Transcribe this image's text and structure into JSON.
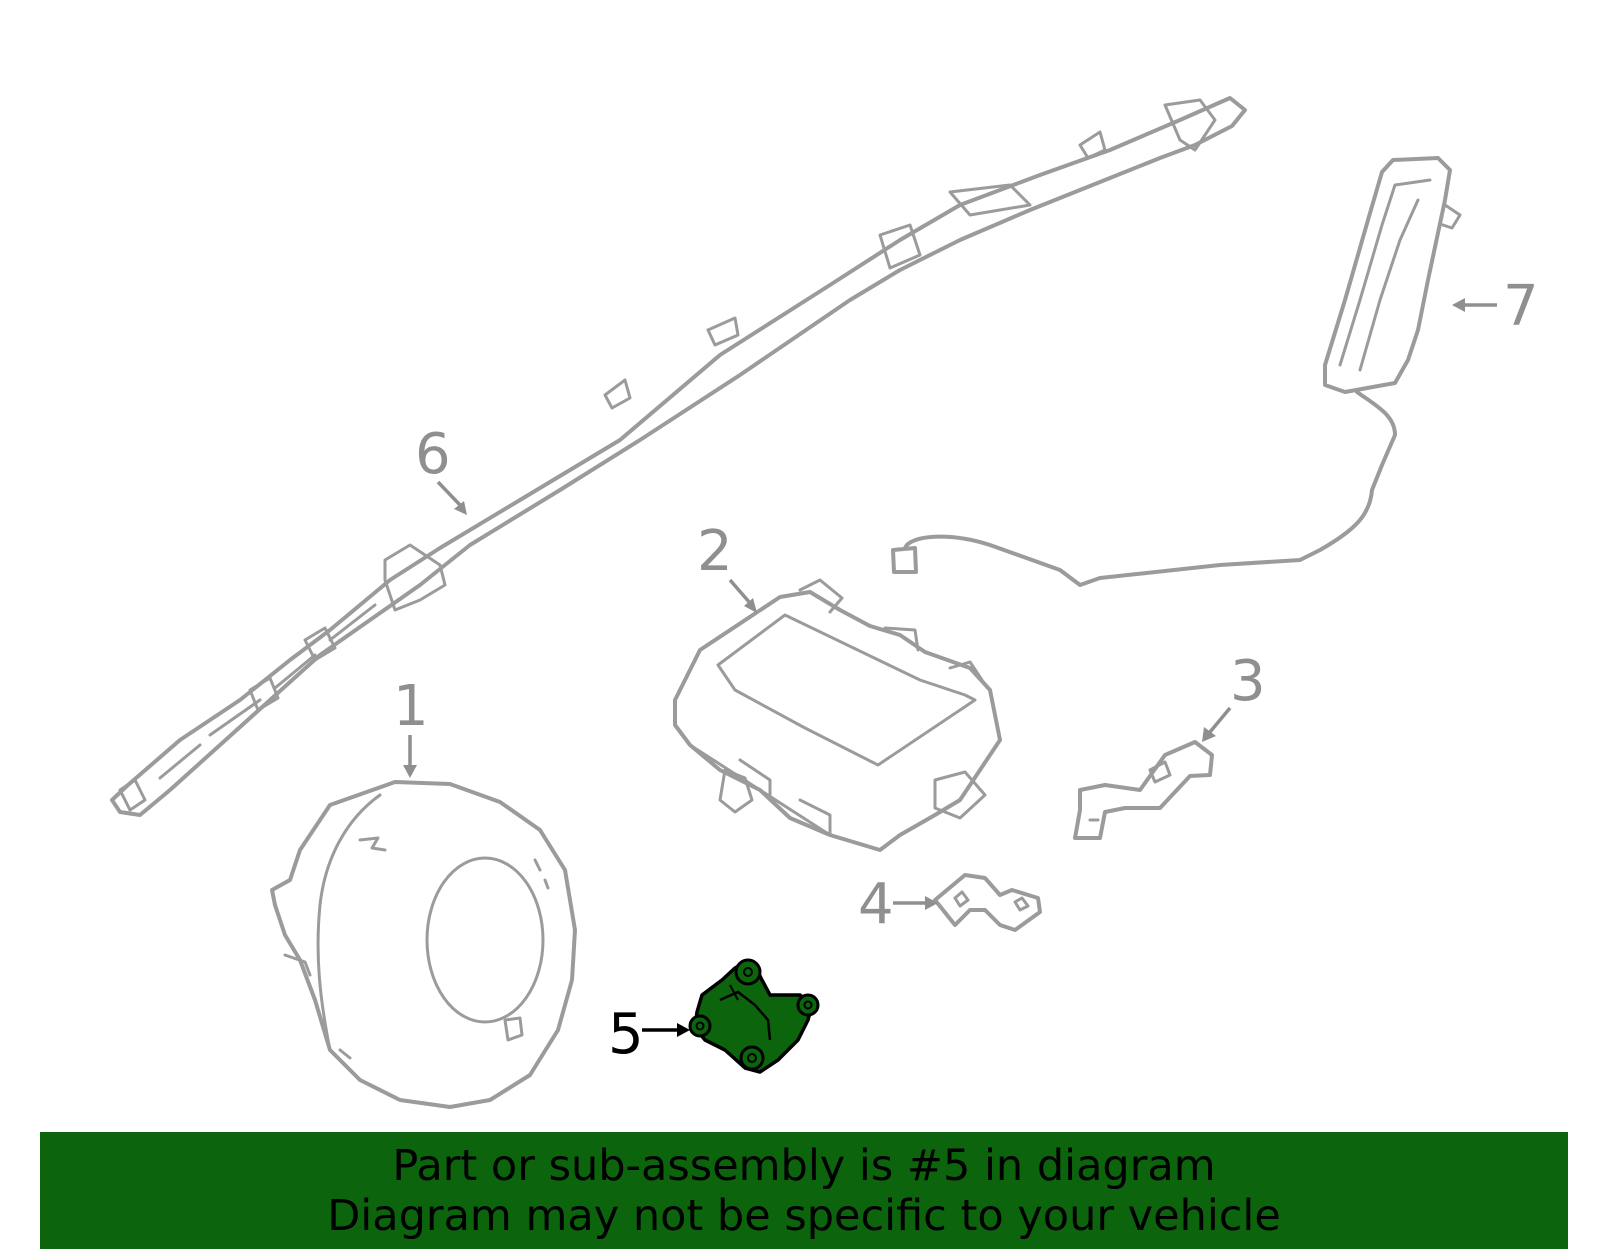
{
  "callouts": {
    "c1": "1",
    "c2": "2",
    "c3": "3",
    "c4": "4",
    "c5": "5",
    "c6": "6",
    "c7": "7"
  },
  "highlight": {
    "part_number": "5",
    "fill_color": "#0c640c",
    "outline_color": "#000000"
  },
  "colors": {
    "line_art": "#9b9b9b",
    "banner_background": "#0c640c",
    "banner_text": "#000000"
  },
  "banner": {
    "line1": "Part or sub-assembly is #5 in diagram",
    "line2": "Diagram may not be specific to your vehicle"
  }
}
